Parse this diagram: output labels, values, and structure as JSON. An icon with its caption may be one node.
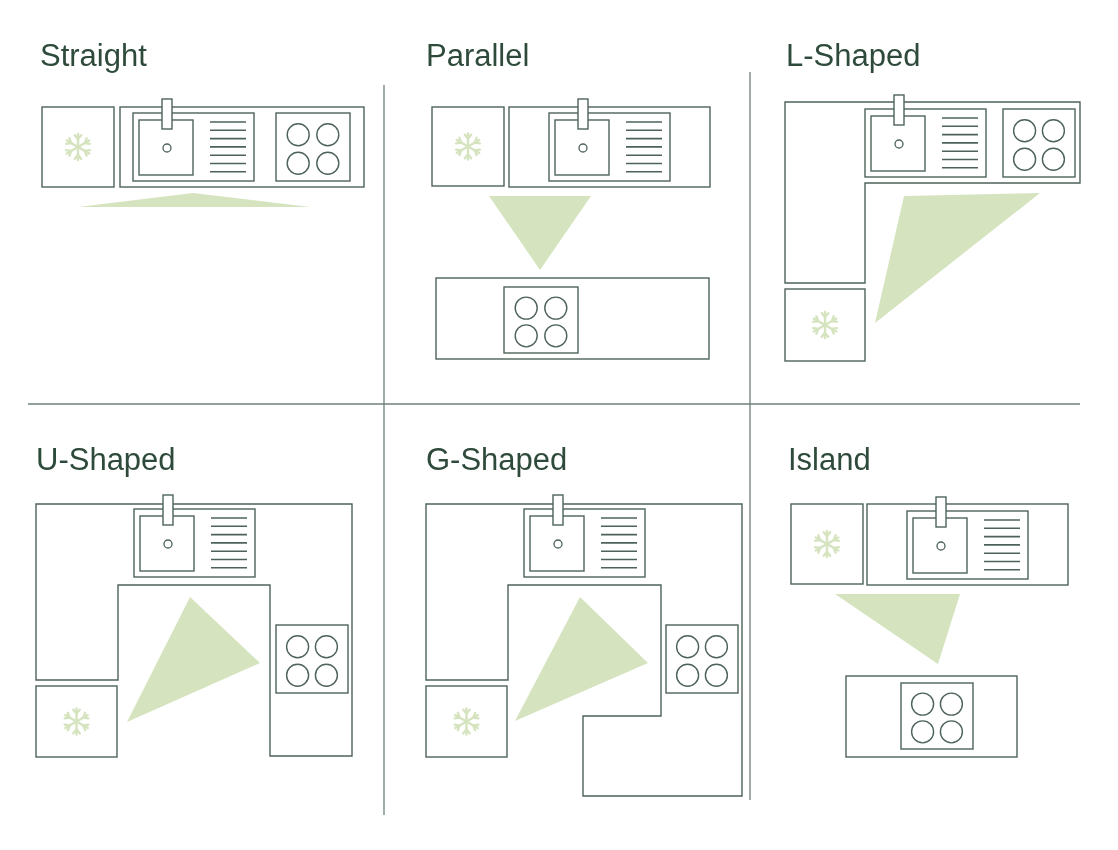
{
  "diagram": {
    "labels": [
      "Straight",
      "Parallel",
      "L-Shaped",
      "U-Shaped",
      "G-Shaped",
      "Island"
    ]
  }
}
